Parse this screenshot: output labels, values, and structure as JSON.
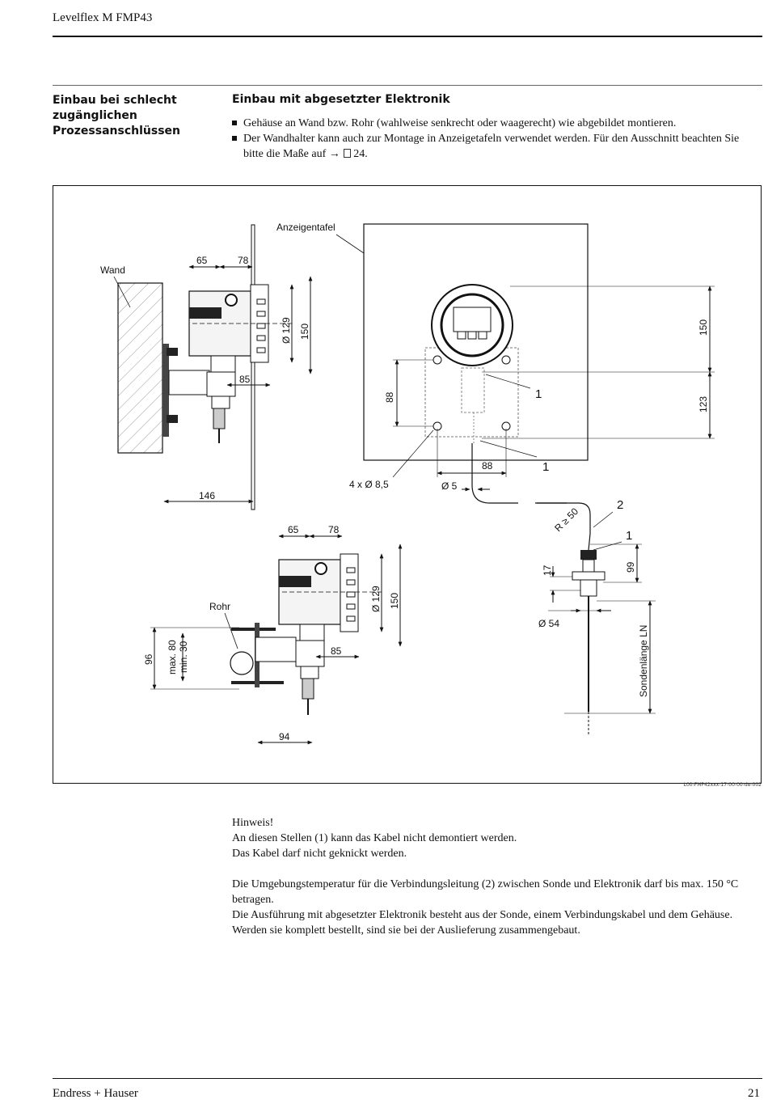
{
  "header": {
    "title": "Levelflex M FMP43"
  },
  "side_heading": "Einbau bei schlecht zugänglichen Prozessanschlüssen",
  "main_heading": "Einbau mit abgesetzter Elektronik",
  "bullets": [
    "Gehäuse an Wand bzw. Rohr (wahlweise senkrecht oder waagerecht) wie abgebildet montieren.",
    "Der Wandhalter kann auch zur Montage in Anzeigetafeln verwendet werden. Für den Ausschnitt beachten Sie bitte die Maße auf → ",
    "24."
  ],
  "figure": {
    "labels": {
      "wand": "Wand",
      "anzeigentafel": "Anzeigentafel",
      "rohr": "Rohr",
      "four_holes": "4 x Ø 8,5",
      "d5": "Ø 5",
      "d54": "Ø 54",
      "r50": "R ≥ 50",
      "sondenlaenge": "Sondenlänge LN",
      "callout_1": "1",
      "callout_2": "2"
    },
    "dimensions": {
      "d65": "65",
      "d78": "78",
      "d129": "Ø 129",
      "d150": "150",
      "d85": "85",
      "d146": "146",
      "d88": "88",
      "d123": "123",
      "d17": "17",
      "d99": "99",
      "d96": "96",
      "max80": "max. 80",
      "min30": "min. 30",
      "d94": "94"
    },
    "code": "L00-FMP42xxx-17-00-00-de-002"
  },
  "notes": {
    "hinweis": "Hinweis!",
    "line1": "An diesen Stellen (1) kann das Kabel nicht demontiert werden.",
    "line2": "Das Kabel darf nicht geknickt werden.",
    "line3": "Die Umgebungstemperatur für die Verbindungsleitung (2) zwischen Sonde und Elektronik darf bis max. 150 °C betragen.",
    "line4": "Die Ausführung mit abgesetzter Elektronik besteht aus der Sonde, einem Verbindungskabel und dem Gehäuse. Werden sie komplett bestellt, sind sie bei der Auslieferung zusammengebaut."
  },
  "footer": {
    "left": "Endress + Hauser",
    "page": "21"
  }
}
